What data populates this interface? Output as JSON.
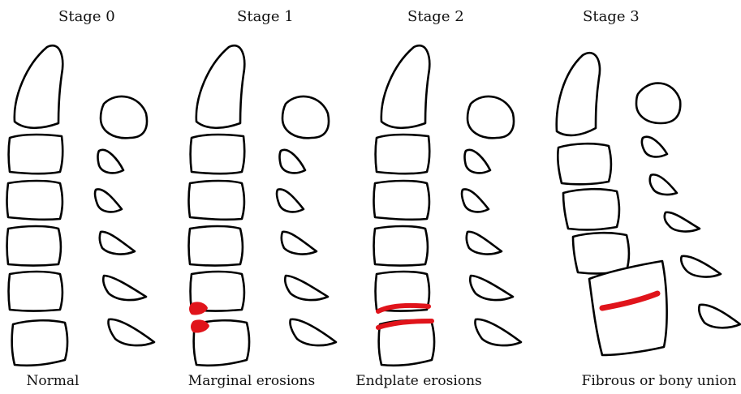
{
  "stages": [
    {
      "title": "Stage 0",
      "caption": "Normal"
    },
    {
      "title": "Stage 1",
      "caption": "Marginal erosions"
    },
    {
      "title": "Stage 2",
      "caption": "Endplate erosions"
    },
    {
      "title": "Stage 3",
      "caption": "Fibrous or bony union"
    }
  ],
  "colors": {
    "lesion": "#e0141b",
    "outline": "#000000"
  }
}
